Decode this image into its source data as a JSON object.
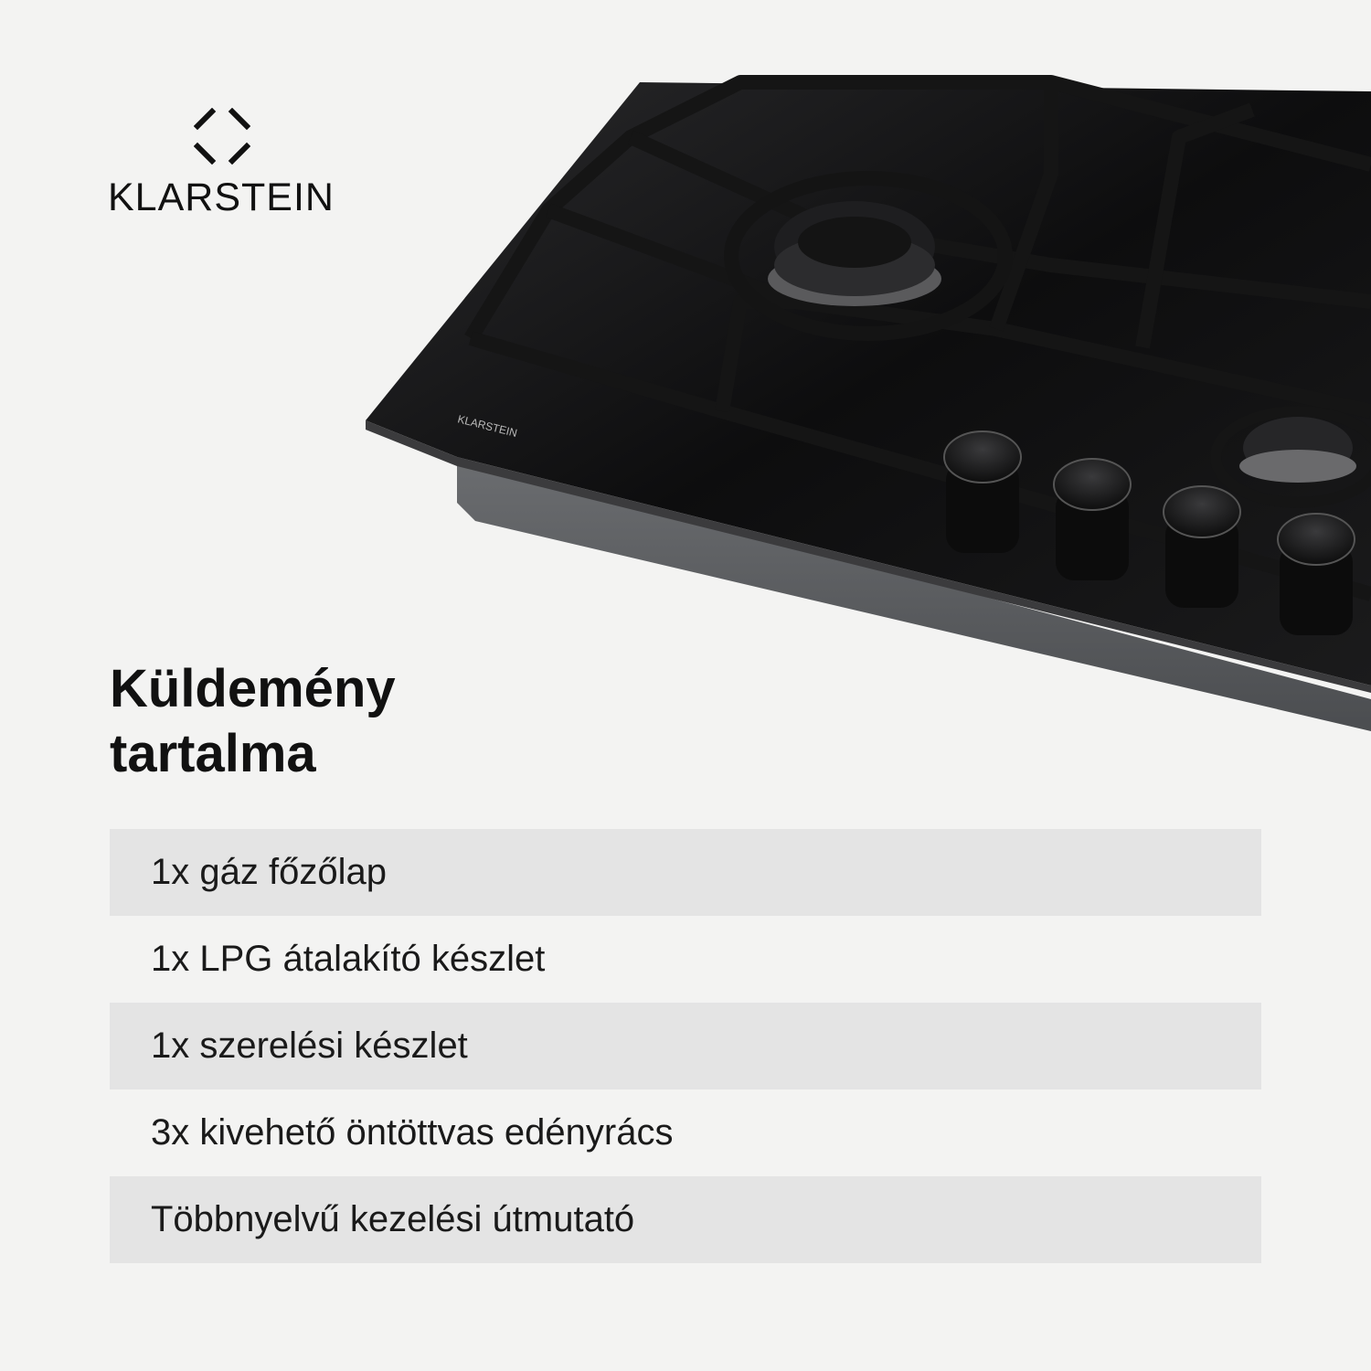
{
  "brand": {
    "name": "KLARSTEIN",
    "logo_icon": "klarstein-diamond-icon"
  },
  "product_image": {
    "subject": "gas-hob-with-cast-iron-grates",
    "printed_brand": "KLARSTEIN"
  },
  "heading": {
    "line1": "Küldemény",
    "line2": "tartalma"
  },
  "contents": [
    "1x gáz főzőlap",
    "1x LPG átalakító készlet",
    "1x szerelési készlet",
    "3x kivehető öntöttvas edényrács",
    "Többnyelvű kezelési útmutató"
  ],
  "colors": {
    "background": "#f3f3f2",
    "row_shade": "#e4e4e4",
    "text": "#111111"
  }
}
